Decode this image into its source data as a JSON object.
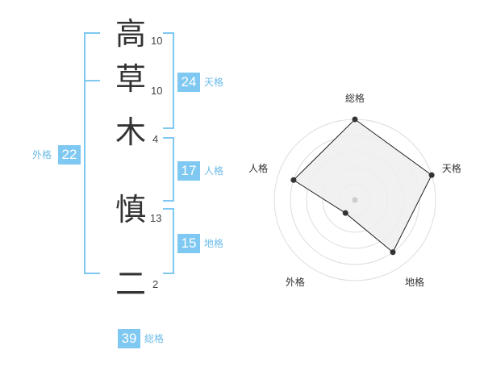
{
  "name": {
    "characters": [
      {
        "char": "高",
        "strokes": "10"
      },
      {
        "char": "草",
        "strokes": "10"
      },
      {
        "char": "木",
        "strokes": "4"
      },
      {
        "char": "慎",
        "strokes": "13"
      },
      {
        "char": "二",
        "strokes": "2"
      }
    ]
  },
  "scores": {
    "tenkaku": {
      "value": "24",
      "label": "天格"
    },
    "jinkaku": {
      "value": "17",
      "label": "人格"
    },
    "chikaku": {
      "value": "15",
      "label": "地格"
    },
    "gaikaku": {
      "value": "22",
      "label": "外格"
    },
    "soukaku": {
      "value": "39",
      "label": "総格"
    }
  },
  "chart_data": {
    "type": "radar",
    "axes": [
      "総格",
      "天格",
      "地格",
      "外格",
      "人格"
    ],
    "values": [
      5,
      5,
      4,
      1,
      4
    ],
    "range": [
      0,
      5
    ],
    "rings": 5
  },
  "colors": {
    "accent": "#7ec8f2",
    "polygon_fill": "#eeeeee",
    "polygon_stroke": "#222222",
    "ring": "#dddddd"
  }
}
